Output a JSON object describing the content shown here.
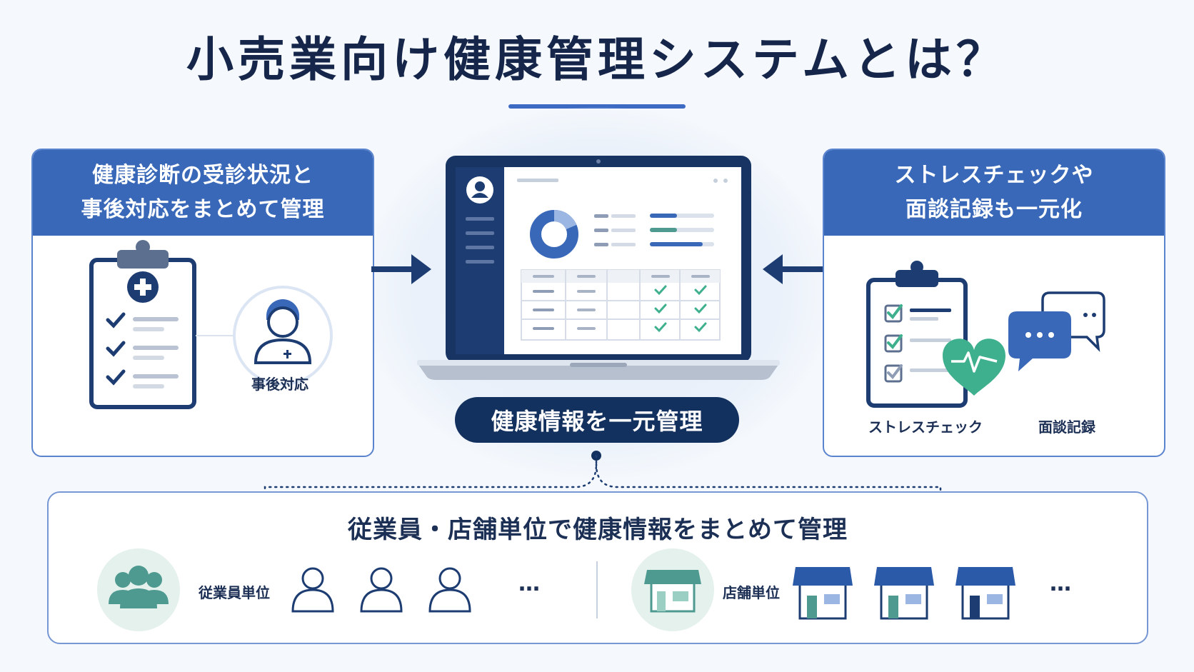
{
  "title": "小売業向け健康管理システムとは？",
  "left_panel": {
    "header_line1": "健康診断の受診状況と",
    "header_line2": "事後対応をまとめて管理",
    "followup_label": "事後対応"
  },
  "right_panel": {
    "header_line1": "ストレスチェックや",
    "header_line2": "面談記録も一元化",
    "stress_label": "ストレスチェック",
    "interview_label": "面談記録"
  },
  "center": {
    "pill_label": "健康情報を一元管理"
  },
  "bottom": {
    "title": "従業員・店舗単位で健康情報をまとめて管理",
    "employee_label": "従業員単位",
    "store_label": "店舗単位",
    "ellipsis": "…"
  },
  "colors": {
    "navy": "#13315f",
    "blue": "#3a68b9",
    "green": "#3fb08d",
    "teal": "#4e9a91"
  }
}
